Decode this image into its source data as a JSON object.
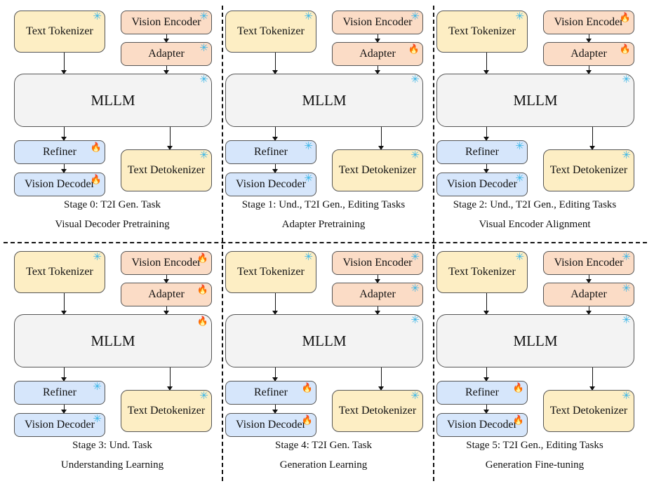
{
  "labels": {
    "text_tokenizer": "Text Tokenizer",
    "vision_encoder": "Vision Encoder",
    "adapter": "Adapter",
    "mllm": "MLLM",
    "refiner": "Refiner",
    "vision_decoder": "Vision Decoder",
    "text_detokenizer": "Text Detokenizer"
  },
  "icons": {
    "frozen": {
      "name": "snowflake-icon",
      "glyph": "✳",
      "color": "#3ab6e8"
    },
    "trainable": {
      "name": "flame-icon",
      "glyph": "🔥",
      "color": "#f0622c"
    }
  },
  "stages": [
    {
      "caption": "Stage 0: T2I Gen. Task",
      "subtitle": "Visual Decoder Pretraining",
      "status": {
        "text_tokenizer": "frozen",
        "vision_encoder": "frozen",
        "adapter": "frozen",
        "mllm": "frozen",
        "refiner": "trainable",
        "vision_decoder": "trainable",
        "text_detokenizer": "frozen"
      }
    },
    {
      "caption": "Stage 1: Und., T2I Gen., Editing Tasks",
      "subtitle": "Adapter Pretraining",
      "status": {
        "text_tokenizer": "frozen",
        "vision_encoder": "frozen",
        "adapter": "trainable",
        "mllm": "frozen",
        "refiner": "frozen",
        "vision_decoder": "frozen",
        "text_detokenizer": "frozen"
      }
    },
    {
      "caption": "Stage 2: Und., T2I Gen., Editing Tasks",
      "subtitle": "Visual Encoder Alignment",
      "status": {
        "text_tokenizer": "frozen",
        "vision_encoder": "trainable",
        "adapter": "trainable",
        "mllm": "frozen",
        "refiner": "frozen",
        "vision_decoder": "frozen",
        "text_detokenizer": "frozen"
      }
    },
    {
      "caption": "Stage 3: Und. Task",
      "subtitle": "Understanding Learning",
      "status": {
        "text_tokenizer": "frozen",
        "vision_encoder": "trainable",
        "adapter": "trainable",
        "mllm": "trainable",
        "refiner": "frozen",
        "vision_decoder": "frozen",
        "text_detokenizer": "frozen"
      }
    },
    {
      "caption": "Stage 4: T2I Gen. Task",
      "subtitle": "Generation Learning",
      "status": {
        "text_tokenizer": "frozen",
        "vision_encoder": "frozen",
        "adapter": "frozen",
        "mllm": "frozen",
        "refiner": "trainable",
        "vision_decoder": "trainable",
        "text_detokenizer": "frozen"
      }
    },
    {
      "caption": "Stage 5: T2I Gen., Editing Tasks",
      "subtitle": "Generation Fine-tuning",
      "status": {
        "text_tokenizer": "frozen",
        "vision_encoder": "frozen",
        "adapter": "frozen",
        "mllm": "frozen",
        "refiner": "trainable",
        "vision_decoder": "trainable",
        "text_detokenizer": "frozen"
      }
    }
  ]
}
